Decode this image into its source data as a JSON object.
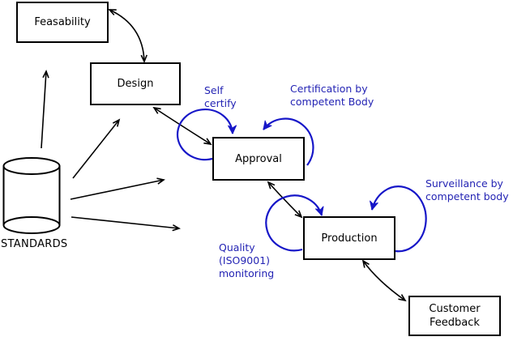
{
  "colors": {
    "ink": "#000000",
    "label_blue": "#2424b4",
    "loop_blue": "#1616c8",
    "background": "#ffffff"
  },
  "nodes": {
    "feasability": {
      "label": "Feasability"
    },
    "design": {
      "label": "Design"
    },
    "approval": {
      "label": "Approval"
    },
    "production": {
      "label": "Production"
    },
    "customer_feedback": {
      "line1": "Customer",
      "line2": "Feedback"
    },
    "standards": {
      "label": "STANDARDS",
      "shape": "cylinder"
    }
  },
  "annotations": {
    "self_certify": {
      "line1": "Self",
      "line2": "certify"
    },
    "certification": {
      "line1": "Certification by",
      "line2": "competent Body"
    },
    "surveillance": {
      "line1": "Surveillance by",
      "line2": "competent body"
    },
    "quality": {
      "line1": "Quality",
      "line2": "(ISO9001)",
      "line3": "monitoring"
    }
  },
  "edges": [
    {
      "from": "standards",
      "to": "feasability",
      "arrows": "single"
    },
    {
      "from": "standards",
      "to": "design",
      "arrows": "single"
    },
    {
      "from": "standards",
      "to": "approval",
      "arrows": "single"
    },
    {
      "from": "standards",
      "to": "production",
      "arrows": "single"
    },
    {
      "from": "feasability",
      "to": "design",
      "arrows": "double"
    },
    {
      "from": "design",
      "to": "approval",
      "arrows": "double"
    },
    {
      "from": "approval",
      "to": "production",
      "arrows": "double"
    },
    {
      "from": "production",
      "to": "customer_feedback",
      "arrows": "double"
    },
    {
      "node": "approval",
      "self_loop": "self_certify"
    },
    {
      "node": "approval",
      "self_loop": "certification"
    },
    {
      "node": "production",
      "self_loop": "quality"
    },
    {
      "node": "production",
      "self_loop": "surveillance"
    }
  ]
}
